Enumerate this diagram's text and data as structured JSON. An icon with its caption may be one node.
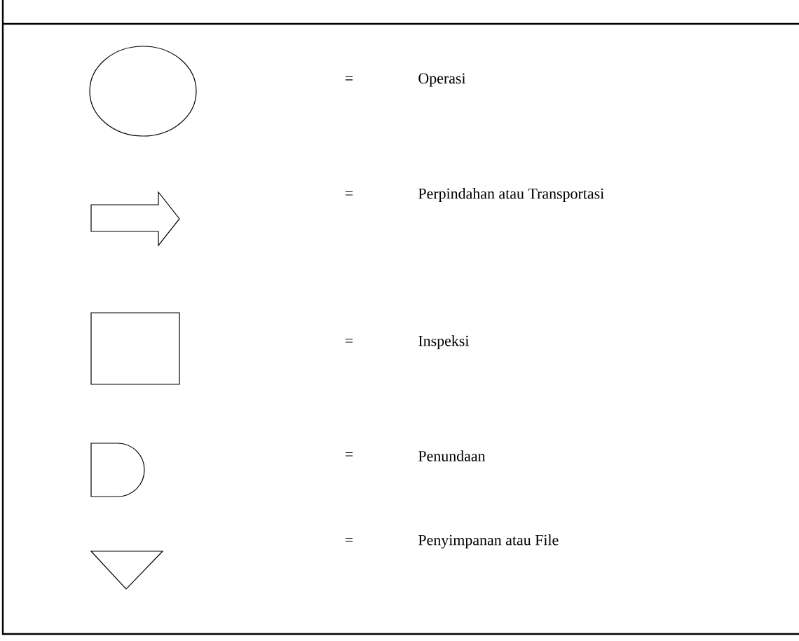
{
  "diagram": {
    "nodes": [
      {
        "text": [],
        "shape": "circle"
      },
      {
        "text": [],
        "shape": "arrow"
      },
      {
        "text": [],
        "shape": "box"
      },
      {
        "text": [],
        "shape": "delay"
      },
      {
        "text": [],
        "shape": "triangle"
      }
    ],
    "labels": [
      "=",
      "=",
      "=",
      "=",
      "="
    ],
    "legend": [
      {
        "text": "Operasi"
      },
      {
        "text": "Perpindahan atau Transportasi"
      },
      {
        "text": "Inspeksi"
      },
      {
        "text": "Penundaan"
      },
      {
        "text": "Penyimpanan atau File"
      }
    ]
  }
}
